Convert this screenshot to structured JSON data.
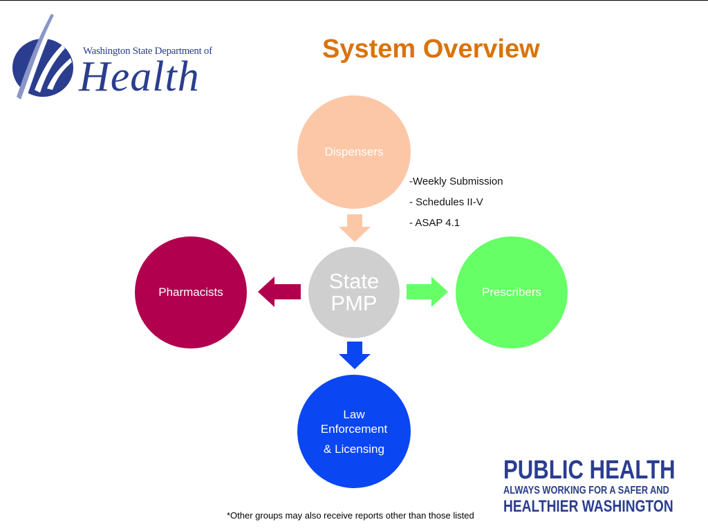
{
  "logo": {
    "org_line": "Washington State Department of",
    "main_text": "Health",
    "icon": "feather-emblem-icon",
    "color": "#2a3d8f"
  },
  "title": "System Overview",
  "nodes": {
    "dispensers": {
      "label": "Dispensers",
      "color": "#fcc7a6"
    },
    "state_pmp": {
      "label_line1": "State",
      "label_line2": "PMP",
      "color": "#cfcfcf"
    },
    "pharmacists": {
      "label": "Pharmacists",
      "color": "#b0004e"
    },
    "prescribers": {
      "label": "Prescribers",
      "color": "#66ff66"
    },
    "law": {
      "label_line1": "Law",
      "label_line2": "Enforcement",
      "label_line3": "& Licensing",
      "color": "#0a46f2"
    }
  },
  "arrows": {
    "dispensers_to_pmp": {
      "icon": "arrow-down-icon",
      "color": "#fcc7a6"
    },
    "pmp_to_pharmacists": {
      "icon": "arrow-left-icon",
      "color": "#b0004e"
    },
    "pmp_to_prescribers": {
      "icon": "arrow-right-icon",
      "color": "#66ff66"
    },
    "pmp_to_law": {
      "icon": "arrow-down-icon",
      "color": "#0a46f2"
    }
  },
  "notes": [
    "-Weekly Submission",
    "- Schedules II-V",
    "- ASAP 4.1"
  ],
  "footnote": "*Other groups may also receive reports other than those listed",
  "public_health": {
    "line1": "PUBLIC HEALTH",
    "line2": "ALWAYS WORKING FOR A SAFER AND",
    "line3": "HEALTHIER WASHINGTON",
    "color": "#2a3d8f"
  }
}
